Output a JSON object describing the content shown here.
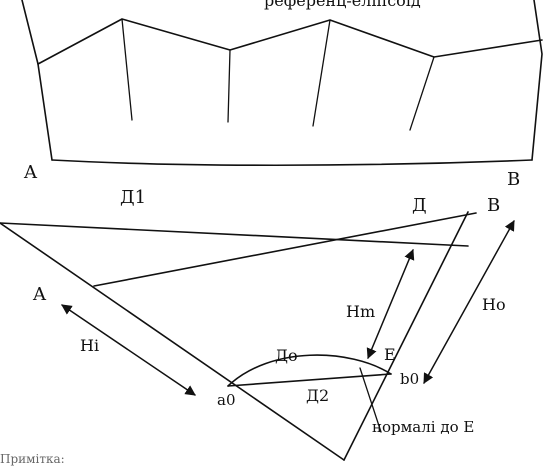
{
  "labels": {
    "top_caption": "референц-еліпсоїд",
    "upper_A": "A",
    "upper_B": "B",
    "d1": "Д1",
    "d": "Д",
    "lower_B": "B",
    "lower_A": "A",
    "hm": "Hm",
    "ho": "Ho",
    "hi": "Hi",
    "do_label": "До",
    "e_label": "E",
    "b0": "b0",
    "a0": "a0",
    "d2": "Д2",
    "normals": "нормалі до E",
    "bottom_cut": "Примітка:"
  },
  "colors": {
    "ink": "#111111",
    "paper": "#ffffff"
  }
}
